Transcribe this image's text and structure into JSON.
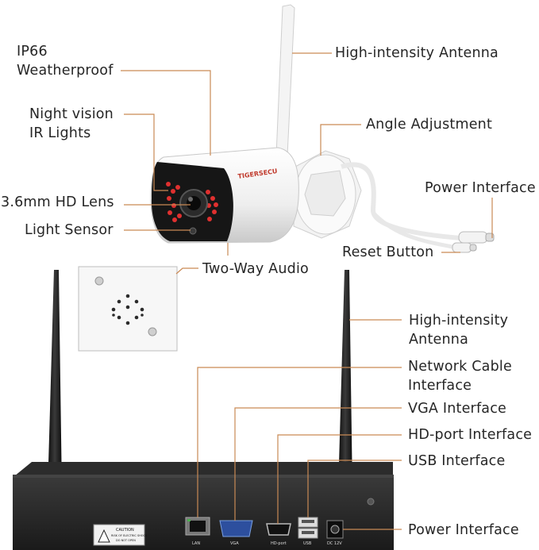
{
  "labels": {
    "ip66": [
      "IP66",
      "Weatherproof"
    ],
    "night_vision": [
      "Night vision",
      "IR Lights"
    ],
    "lens": "3.6mm HD Lens",
    "light_sensor": "Light Sensor",
    "two_way_audio": "Two-Way Audio",
    "antenna_top": "High-intensity Antenna",
    "angle": "Angle Adjustment",
    "power_top": "Power Interface",
    "reset": "Reset Button",
    "antenna_nvr": [
      "High-intensity",
      "Antenna"
    ],
    "network": [
      "Network Cable",
      "Interface"
    ],
    "vga": "VGA Interface",
    "hdport": "HD-port Interface",
    "usb": "USB Interface",
    "power_bottom": "Power Interface"
  },
  "device_text": {
    "brand": "TIGERSECU",
    "lan": "LAN",
    "vga": "VGA",
    "hdport": "HD-port",
    "usb": "USB",
    "dc": "DC 12V",
    "caution_title": "CAUTION",
    "caution_line1": "RISK OF ELECTRIC SHOCK",
    "caution_line2": "DO NOT OPEN"
  },
  "colors": {
    "leader_line": "#c98a55",
    "nvr_body": "#1c1c1c",
    "camera_body": "#f2f2f2",
    "ir_led": "#e0302f"
  }
}
